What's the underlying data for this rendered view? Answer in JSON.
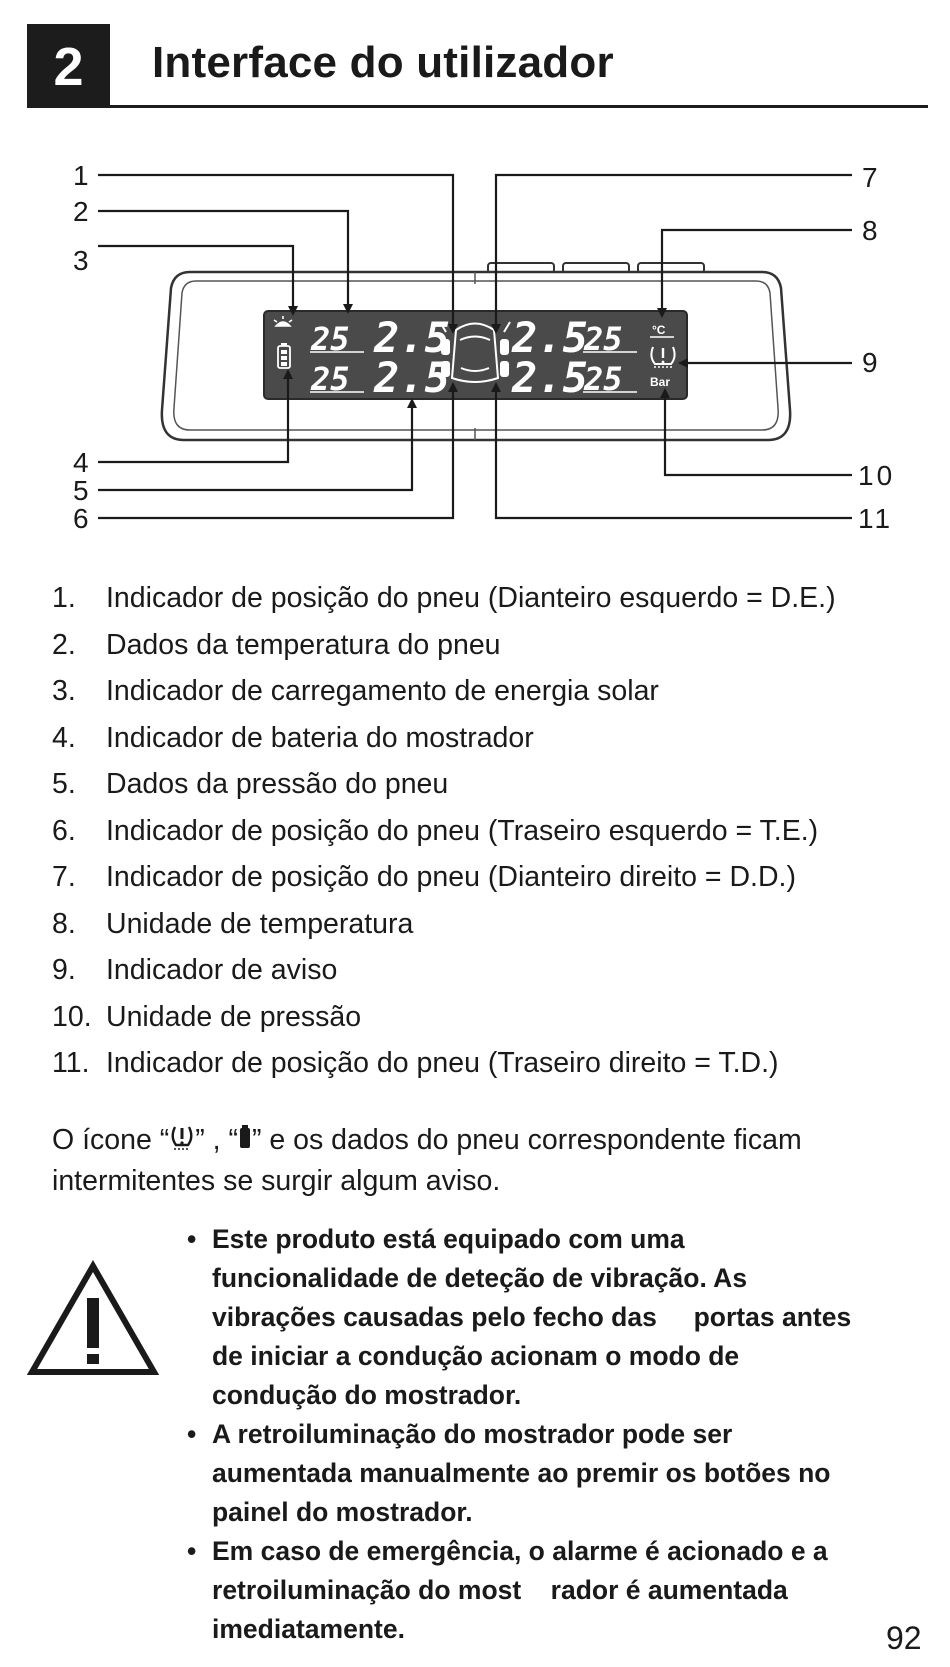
{
  "section": {
    "number": "2",
    "title": "Interface do utilizador"
  },
  "diagram": {
    "callouts": [
      "1",
      "2",
      "3",
      "4",
      "5",
      "6",
      "7",
      "8",
      "9",
      "10",
      "11"
    ],
    "display": {
      "temp_top_left": "25",
      "pressure_top_left": "2.5",
      "pressure_top_right": "2.5",
      "temp_top_right": "25",
      "temp_bottom_left": "25",
      "pressure_bottom_left": "2.5",
      "pressure_bottom_right": "2.5",
      "temp_bottom_right": "25",
      "temp_unit": "°C",
      "pressure_unit": "Bar"
    }
  },
  "items": [
    {
      "num": "1.",
      "text": "Indicador de posição do pneu (Dianteiro esquerdo = D.E.)"
    },
    {
      "num": "2.",
      "text": "Dados da temperatura do pneu"
    },
    {
      "num": "3.",
      "text": "Indicador de carregamento de energia solar"
    },
    {
      "num": "4.",
      "text": "Indicador de bateria do mostrador"
    },
    {
      "num": "5.",
      "text": "Dados da pressão do pneu"
    },
    {
      "num": "6.",
      "text": "Indicador de posição do pneu (Traseiro esquerdo = T.E.)"
    },
    {
      "num": "7.",
      "text": "Indicador de posição do pneu (Dianteiro direito = D.D.)"
    },
    {
      "num": "8.",
      "text": "Unidade de temperatura"
    },
    {
      "num": "9.",
      "text": "Indicador de aviso"
    },
    {
      "num": "10.",
      "text": "Unidade de pressão"
    },
    {
      "num": "11.",
      "text": "Indicador de posição do pneu (Traseiro direito = T.D.)"
    }
  ],
  "note": {
    "part1": "O ícone “",
    "part2": "” , “",
    "part3": "” e os dados do pneu correspondente ficam intermitentes se surgir algum aviso."
  },
  "bullets": [
    [
      "Este produto está equipado com uma",
      "funcionalidade de deteção de vibração. As",
      "vibrações causadas pelo fecho das     portas antes",
      "de iniciar a condução acionam o modo de",
      "condução do mostrador."
    ],
    [
      "A retroiluminação do mostrador pode ser",
      "aumentada manualmente ao premir os botões no",
      "painel do mostrador."
    ],
    [
      "Em caso de emergência, o alarme é acionado e a",
      "retroiluminação do most    rador é aumentada",
      "imediatamente."
    ]
  ],
  "page_number": "92"
}
